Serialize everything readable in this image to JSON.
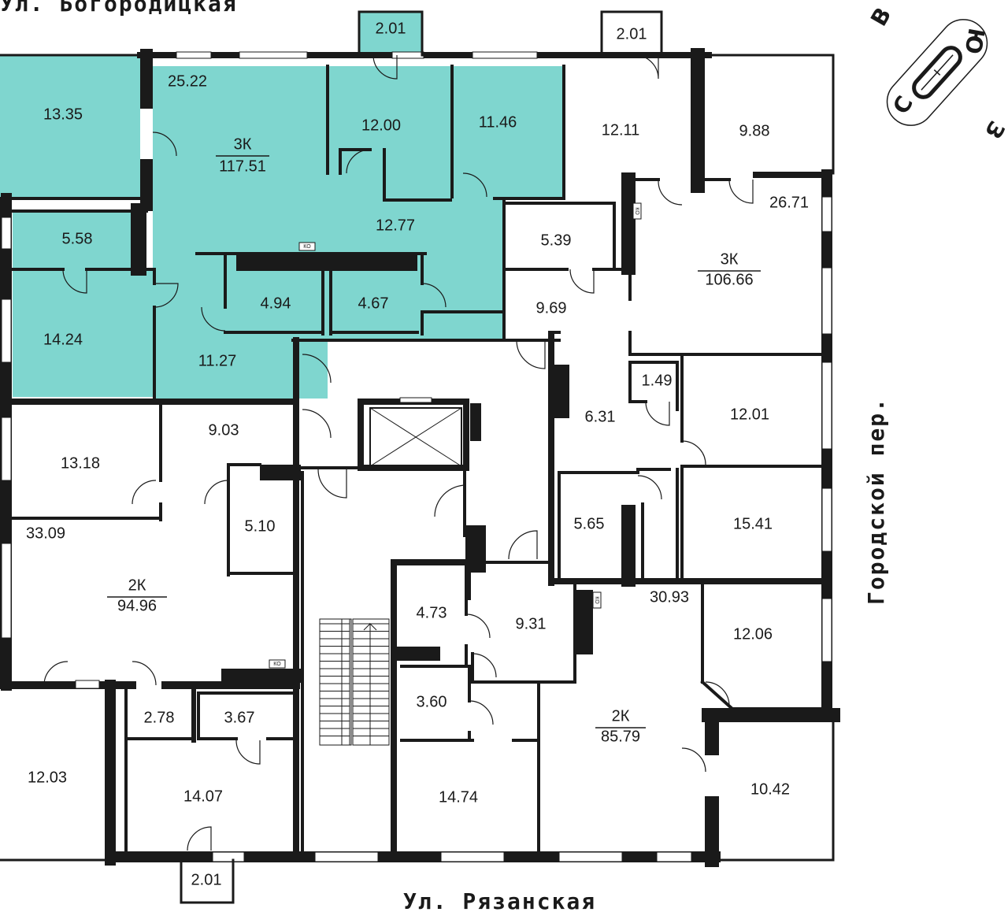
{
  "streets": {
    "top": "Ул. Богородицкая",
    "bottom": "Ул. Рязанская",
    "right": "Городской пер."
  },
  "compass": [
    "В",
    "Ю",
    "З",
    "С"
  ],
  "highlight_color": "#7fd6cf",
  "wall_color": "#1a1a1a",
  "closet_tag": "КО",
  "apartments": [
    {
      "id": "apt-3k-left",
      "type": "3К",
      "area": "117.51",
      "highlighted": true
    },
    {
      "id": "apt-3k-right",
      "type": "3К",
      "area": "106.66",
      "highlighted": false
    },
    {
      "id": "apt-2k-left",
      "type": "2К",
      "area": "94.96",
      "highlighted": false
    },
    {
      "id": "apt-2k-right",
      "type": "2К",
      "area": "85.79",
      "highlighted": false
    }
  ],
  "rooms": [
    {
      "area": "2.01",
      "hl": true
    },
    {
      "area": "2.01",
      "hl": false
    },
    {
      "area": "13.35",
      "hl": true
    },
    {
      "area": "25.22",
      "hl": true
    },
    {
      "area": "12.00",
      "hl": true
    },
    {
      "area": "11.46",
      "hl": true
    },
    {
      "area": "12.77",
      "hl": true
    },
    {
      "area": "5.58",
      "hl": true
    },
    {
      "area": "4.94",
      "hl": true
    },
    {
      "area": "4.67",
      "hl": true
    },
    {
      "area": "14.24",
      "hl": true
    },
    {
      "area": "11.27",
      "hl": true
    },
    {
      "area": "12.11",
      "hl": false
    },
    {
      "area": "9.88",
      "hl": false
    },
    {
      "area": "26.71",
      "hl": false
    },
    {
      "area": "5.39",
      "hl": false
    },
    {
      "area": "9.69",
      "hl": false
    },
    {
      "area": "1.49",
      "hl": false
    },
    {
      "area": "12.01",
      "hl": false
    },
    {
      "area": "6.31",
      "hl": false
    },
    {
      "area": "15.41",
      "hl": false
    },
    {
      "area": "5.65",
      "hl": false
    },
    {
      "area": "13.18",
      "hl": false
    },
    {
      "area": "9.03",
      "hl": false
    },
    {
      "area": "5.10",
      "hl": false
    },
    {
      "area": "33.09",
      "hl": false
    },
    {
      "area": "4.73",
      "hl": false
    },
    {
      "area": "9.31",
      "hl": false
    },
    {
      "area": "30.93",
      "hl": false
    },
    {
      "area": "12.06",
      "hl": false
    },
    {
      "area": "3.60",
      "hl": false
    },
    {
      "area": "2.78",
      "hl": false
    },
    {
      "area": "3.67",
      "hl": false
    },
    {
      "area": "12.03",
      "hl": false
    },
    {
      "area": "14.07",
      "hl": false
    },
    {
      "area": "14.74",
      "hl": false
    },
    {
      "area": "10.42",
      "hl": false
    },
    {
      "area": "2.01",
      "hl": false
    }
  ]
}
